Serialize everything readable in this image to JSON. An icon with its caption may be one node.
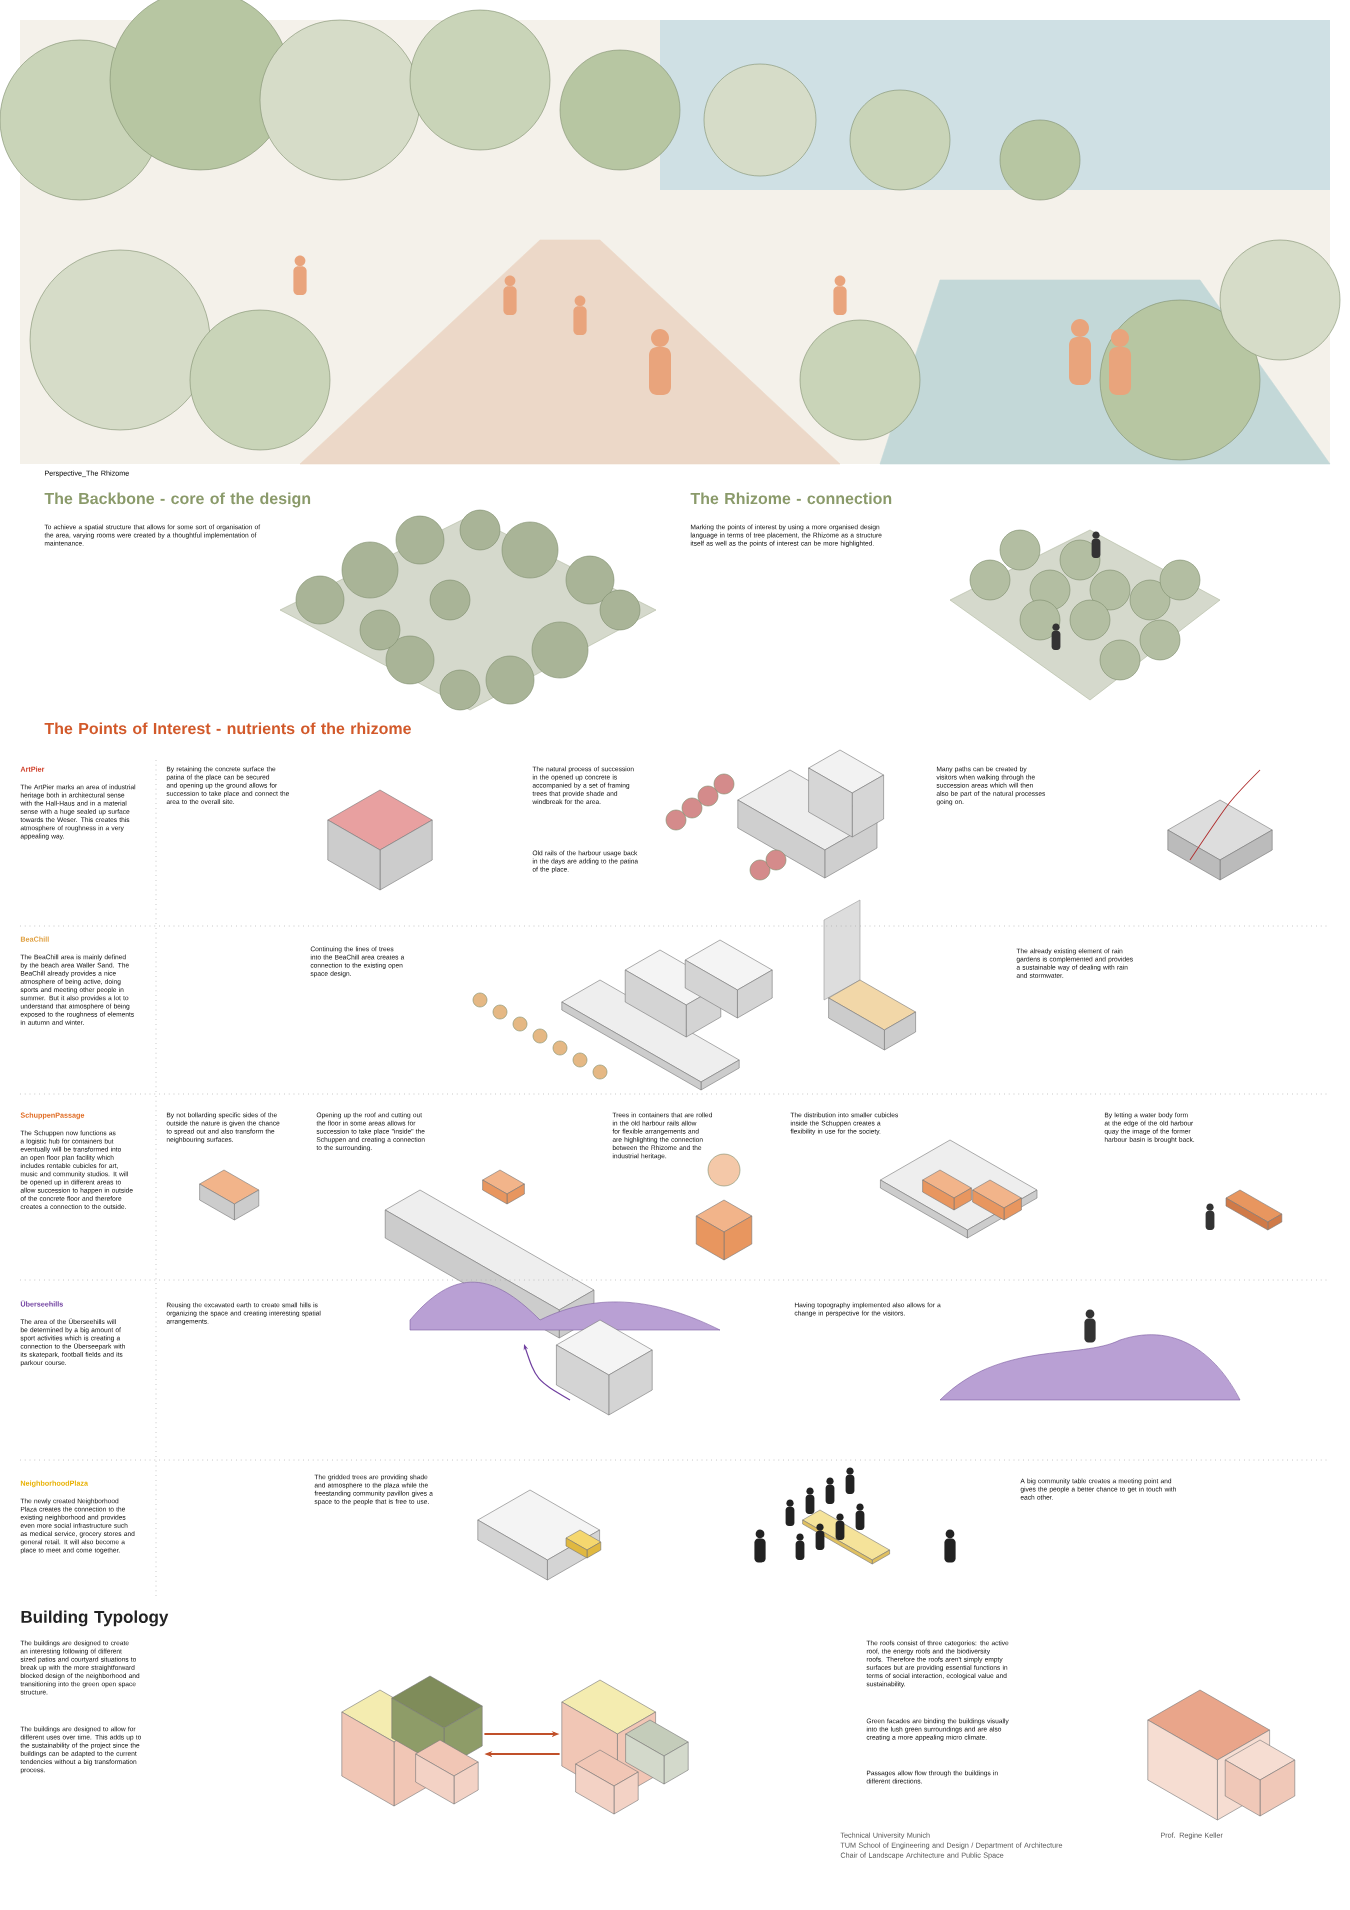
{
  "diagram": {
    "nodes": [
      {
        "text": [],
        "shape": "picture"
      },
      {
        "text": [],
        "shape": "picture"
      }
    ],
    "edges": [
      {
        "from": 0,
        "to": 1,
        "arrow": "to"
      },
      {
        "from": 1,
        "to": 0,
        "arrow": "to"
      }
    ],
    "labels": [
      "Perspective_The Rhizome",
      "The Backbone - core of the design",
      "To achieve a spatial structure that allows for some sort of organisation of the area, varying rooms were created by a thoughtful implementation of maintenance.",
      "The Rhizome - connection",
      "Marking the points of interest by using a more organised design language in terms of tree placement, the Rhizome as a structure itself as well as the points of interest can be more highlighted.",
      "The Points of Interest - nutrients of the rhizome",
      "ArtPier",
      "The ArtPier marks an area of industrial heritage both in architectural sense with the Hall-Haus and in a material sense with a huge sealed up surface towards the Weser. This creates this atmosphere of roughness in a very appealing way.",
      "By retaining the concrete surface the patina of the place can be secured and opening up the ground allows for succession to take place and connect the area to the overall site.",
      "The natural process of succession in the opened up concrete is accompanied by a set of framing trees that provide shade and windbreak for the area.",
      "Old rails of the harbour usage back in the days are adding to the patina of the place.",
      "Many paths can be created by visitors when walking through the succession areas which will then also be part of the natural processes going on.",
      "BeaChill",
      "The BeaChill area is mainly defined by the beach area Waller Sand. The BeaChill already provides a nice atmosphere of being active, doing sports and meeting other people in summer. But it also provides a lot to understand that atmosphere of being exposed to the roughness of elements in autumn and winter.",
      "Continuing the lines of trees into the BeaChill area creates a connection to the existing open space design.",
      "The already existing element of rain gardens is complemented and provides a sustainable way of dealing with rain and stormwater.",
      "SchuppenPassage",
      "The Schuppen now functions as a logistic hub for containers but eventually will be transformed into an open floor plan facility which includes rentable cubicles for art, music and community studios. It will be opened up in different areas to allow succession to happen in outside of the concrete floor and therefore creates a connection to the outside.",
      "By not bollarding specific sides of the outside the nature is given the chance to spread out and also transform the neighbouring surfaces.",
      "Opening up the roof and cutting out the floor in some areas allows for succession to take place \"inside\" the Schuppen and creating a connection to the surrounding.",
      "Trees in containers that are rolled in the old harbour rails allow for flexible arrangements and are highlighting the connection between the Rhizome and the industrial heritage.",
      "The distribution into smaller cubicles inside the Schuppen creates a flexibility in use for the society.",
      "By letting a water body form at the edge of the old harbour quay the image of the former harbour basin is brought back.",
      "Überseehills",
      "The area of the Überseehills will be determined by a big amount of sport activities which is creating a connection to the Überseepark with its skatepark, football fields and its parkour course.",
      "Reusing the excavated earth to create small hills is organizing the space and creating interesting spatial arrangements.",
      "Having topography implemented also allows for a change in perspective for the visitors.",
      "NeighborhoodPlaza",
      "The newly created Neighborhood Plaza creates the connection to the existing neighborhood and provides even more social infrastructure such as medical service, grocery stores and general retail. It will also become a place to meet and come together.",
      "The gridded trees are providing shade and atmosphere to the plaza while the freestanding community pavillon gives a space to the people that is free to use.",
      "A big community table creates a meeting point and gives the people a better chance to get in touch with each other.",
      "Building Typology",
      "The buildings are designed to create an interesting following of different sized patios and courtyard situations to break up with the more straightforward blocked design of the neighborhood and transitioning into the green open space structure.",
      "The buildings are designed to allow for different uses over time. This adds up to the sustainability of the project since the buildings can be adapted to the current tendencies without a big transformation process.",
      "The roofs consist of three categories: the active roof, the energy roofs and the biodiversity roofs. Therefore the roofs aren't simply empty surfaces but are providing essential functions in terms of social interaction, ecological value and sustainability.",
      "Green facades are binding the buildings visually into the lush green surroundings and are also creating a more appealing micro climate.",
      "Passages allow flow through the buildings in different directions.",
      "Technical University Munich",
      "TUM School of Engineering and Design / Department of Architecture",
      "Chair of Landscape Architecture and Public Space",
      "Prof. Regine Keller"
    ]
  }
}
